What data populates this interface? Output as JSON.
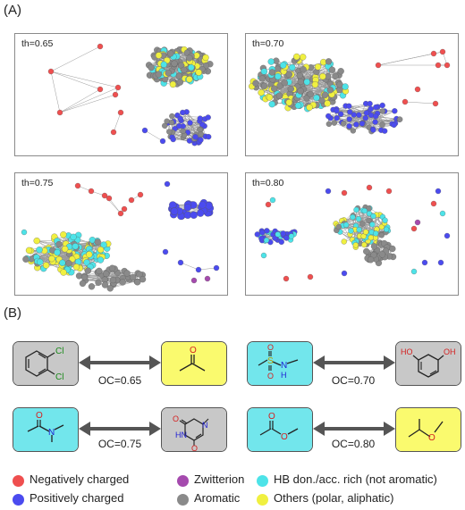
{
  "figure": {
    "label_a": "(A)",
    "label_b": "(B)"
  },
  "panels": [
    {
      "th": "th=0.65"
    },
    {
      "th": "th=0.70"
    },
    {
      "th": "th=0.75"
    },
    {
      "th": "th=0.80"
    }
  ],
  "pairs": [
    {
      "oc": "OC=0.65",
      "left_color": "#c8c8c8",
      "right_color": "#fafa6e",
      "left_atoms": [
        "Cl",
        "Cl"
      ],
      "right_atoms": [
        "O"
      ]
    },
    {
      "oc": "OC=0.70",
      "left_color": "#72e6ec",
      "right_color": "#c8c8c8",
      "left_atoms": [
        "S",
        "O",
        "O",
        "N",
        "H"
      ],
      "right_atoms": [
        "HO",
        "OH"
      ]
    },
    {
      "oc": "OC=0.75",
      "left_color": "#72e6ec",
      "right_color": "#c8c8c8",
      "left_atoms": [
        "O",
        "N"
      ],
      "right_atoms": [
        "O",
        "HN",
        "N",
        "O"
      ]
    },
    {
      "oc": "OC=0.80",
      "left_color": "#72e6ec",
      "right_color": "#fafa6e",
      "left_atoms": [
        "O",
        "O"
      ],
      "right_atoms": [
        "O"
      ]
    }
  ],
  "legend": [
    {
      "label": "Negatively charged",
      "color": "#ef4f4f"
    },
    {
      "label": "Zwitterion",
      "color": "#a54aae"
    },
    {
      "label": "HB don./acc. rich (not aromatic)",
      "color": "#4de3e8"
    },
    {
      "label": "Positively charged",
      "color": "#4b4bef"
    },
    {
      "label": "Aromatic",
      "color": "#8a8a8a"
    },
    {
      "label": "Others (polar, aliphatic)",
      "color": "#f0f040"
    }
  ]
}
